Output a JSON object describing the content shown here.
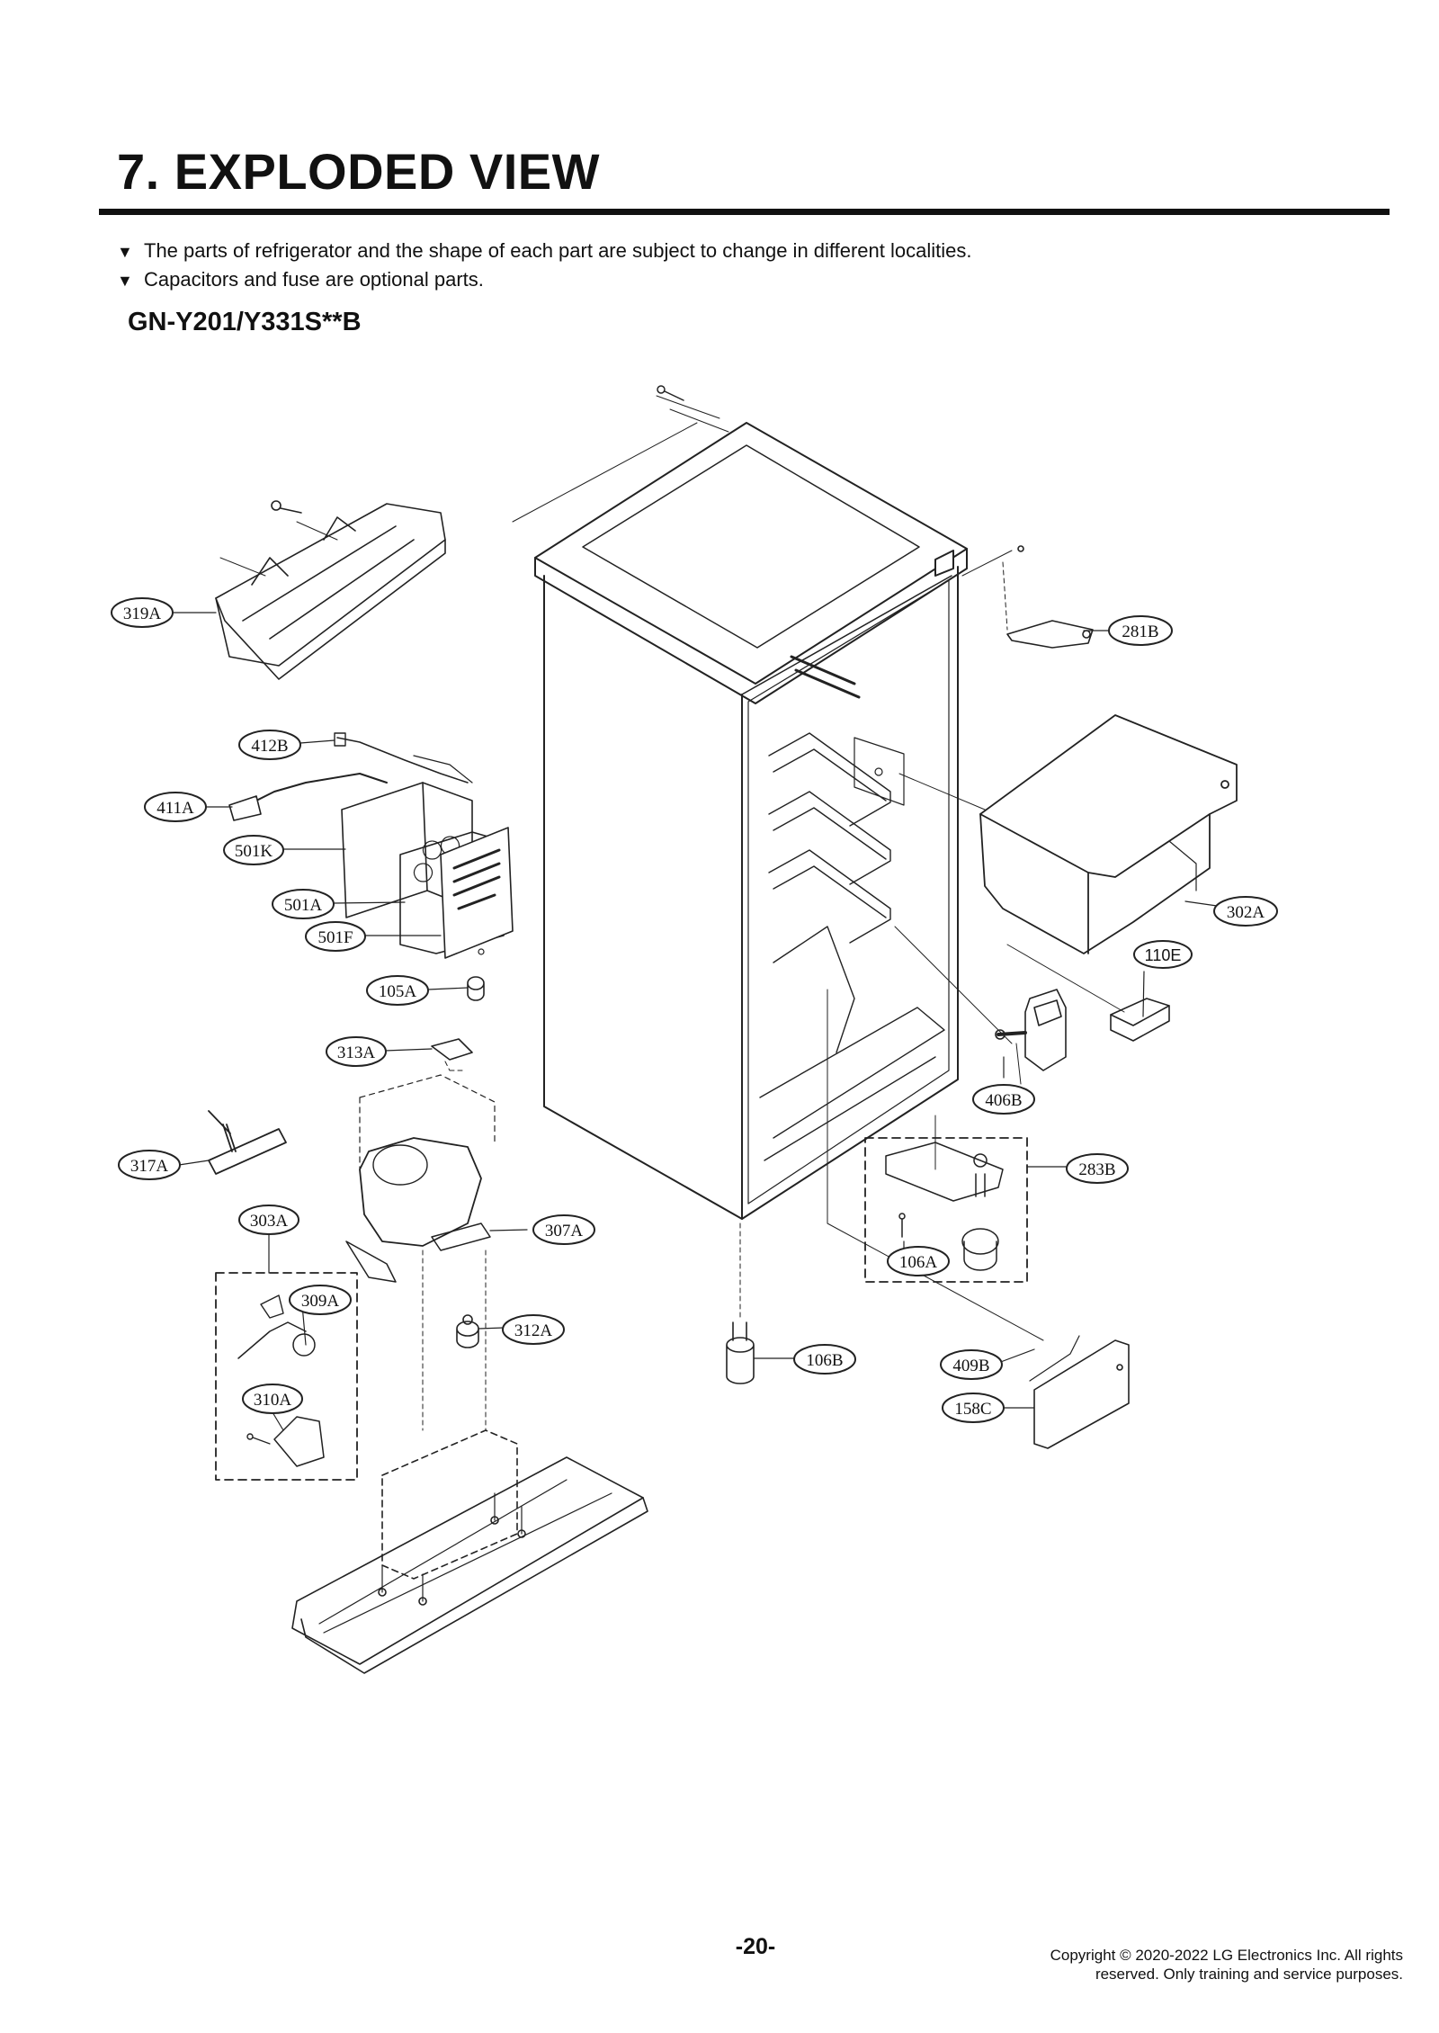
{
  "header": {
    "title": "7. EXPLODED VIEW",
    "notes": [
      "The parts of refrigerator and the shape of each part are subject to change in different localities.",
      "Capacitors and fuse are optional parts."
    ],
    "note_marker": "▼",
    "model": "GN-Y201/Y331S**B"
  },
  "callouts": [
    "319A",
    "281B",
    "412B",
    "411A",
    "501K",
    "501A",
    "501F",
    "105A",
    "302A",
    "110E",
    "313A",
    "406B",
    "317A",
    "283B",
    "303A",
    "307A",
    "106A",
    "309A",
    "312A",
    "106B",
    "409B",
    "158C",
    "310A"
  ],
  "footer": {
    "page_number": "-20-",
    "copyright_line1": "Copyright © 2020-2022 LG Electronics Inc. All rights",
    "copyright_line2": "reserved. Only training and service purposes."
  }
}
